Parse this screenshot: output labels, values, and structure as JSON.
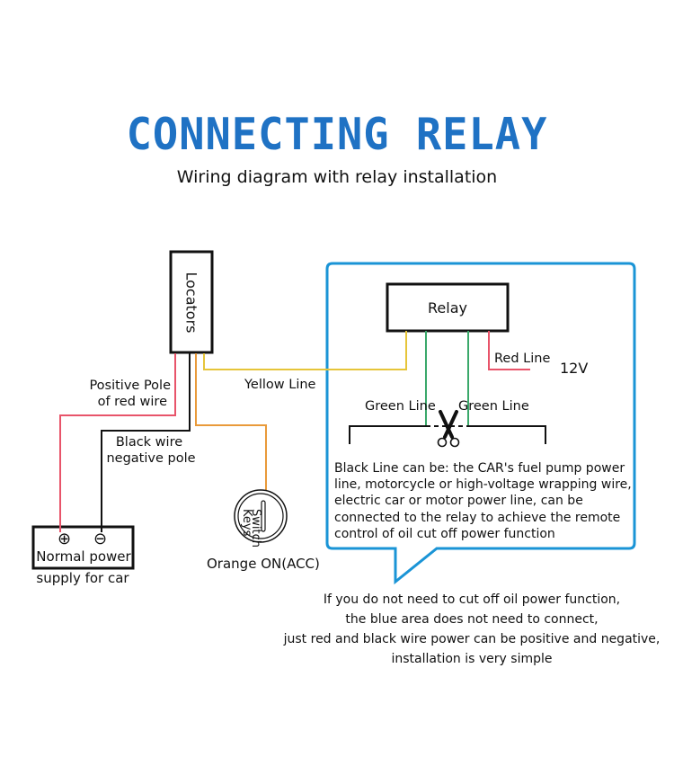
{
  "header": {
    "title": "CONNECTING RELAY",
    "subtitle": "Wiring diagram with relay installation"
  },
  "components": {
    "locator": {
      "label": "Locators"
    },
    "relay": {
      "label": "Relay"
    },
    "power_supply": {
      "label_line1": "Normal power",
      "label_line2": "supply for car",
      "positive_symbol": "⊕",
      "negative_symbol": "⊖"
    },
    "key_switch": {
      "label_switch": "Switch",
      "label_keys": "Keys",
      "caption": "Orange ON(ACC)"
    }
  },
  "wire_labels": {
    "positive_line1": "Positive Pole",
    "positive_line2": "of red wire",
    "black_line1": "Black wire",
    "black_line2": "negative pole",
    "yellow": "Yellow Line",
    "green_left": "Green Line",
    "green_right": "Green Line",
    "red": "Red Line",
    "voltage": "12V"
  },
  "callout": {
    "text": "Black Line can be: the CAR's fuel pump power line, motorcycle or high-voltage wrapping wire, electric car or motor power line, can be connected to the relay to achieve the remote control of oil cut off power function"
  },
  "note": {
    "line1": "If you do not need to cut off oil power function,",
    "line2": "the blue area does not need to connect,",
    "line3": "just red and black wire power can be positive and negative,",
    "line4": "installation is very simple"
  },
  "icons": {
    "scissors": "scissors-icon"
  },
  "colors": {
    "title_blue": "#1f72c4",
    "callout_blue": "#1a94d6",
    "red_wire": "#e8546a",
    "black_wire": "#111111",
    "yellow_wire": "#e6c53a",
    "orange_wire": "#e99a3a",
    "green_wire": "#3aa86a"
  }
}
